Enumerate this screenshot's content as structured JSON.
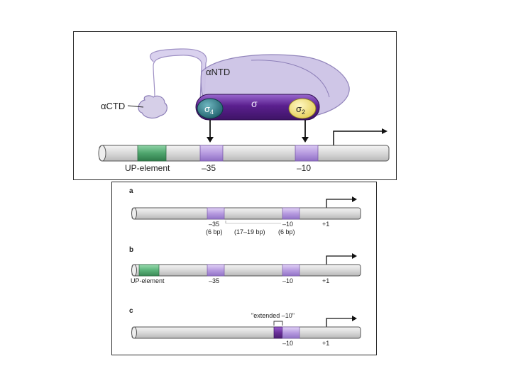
{
  "top": {
    "labels": {
      "alpha_ntd": "αNTD",
      "alpha_ctd": "αCTD",
      "sigma": "σ",
      "sigma4": "σ",
      "sigma4_sub": "4",
      "sigma2": "σ",
      "sigma2_sub": "2",
      "up_element": "UP-element",
      "minus35": "–35",
      "minus10": "–10"
    }
  },
  "bottom": {
    "a": {
      "letter": "a",
      "minus35": "–35",
      "minus10": "–10",
      "plus1": "+1",
      "spacing_35": "(6 bp)",
      "spacing_mid": "(17–19 bp)",
      "spacing_10": "(6 bp)"
    },
    "b": {
      "letter": "b",
      "up_element": "UP-element",
      "minus35": "–35",
      "minus10": "–10",
      "plus1": "+1"
    },
    "c": {
      "letter": "c",
      "extended": "\"extended –10\"",
      "minus10": "–10",
      "plus1": "+1"
    }
  },
  "colors": {
    "dna_fill": "#dcdcdc",
    "up_element": "#5bb37a",
    "box_purple": "#b79be0",
    "extended_dark": "#6a2f9a",
    "sigma_body": "#5a1f8e",
    "alpha_fill": "#cdc3e6",
    "sigma4_teal": "#1f6b78",
    "sigma2_yellow": "#f1e27a"
  }
}
